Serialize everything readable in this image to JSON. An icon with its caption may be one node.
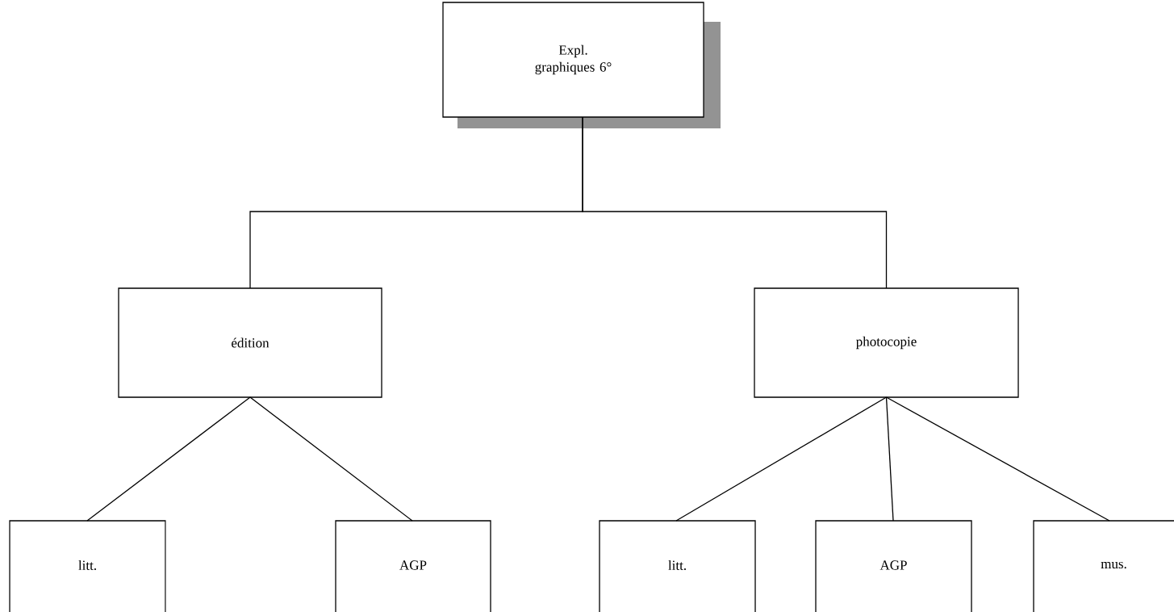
{
  "diagram": {
    "nodes": [
      {
        "text": [
          "Expl. graphiques 6°"
        ]
      },
      {
        "text": [
          "édition"
        ]
      },
      {
        "text": [
          "photocopie"
        ]
      },
      {
        "text": [
          "litt."
        ]
      },
      {
        "text": [
          "AGP"
        ]
      },
      {
        "text": [
          "litt."
        ]
      },
      {
        "text": [
          "AGP"
        ]
      },
      {
        "text": [
          "mus."
        ]
      }
    ],
    "edges": [
      {
        "from": 0,
        "to": 1,
        "arrow": "none"
      },
      {
        "from": 0,
        "to": 2,
        "arrow": "none"
      },
      {
        "from": 1,
        "to": 3,
        "arrow": "none"
      },
      {
        "from": 1,
        "to": 4,
        "arrow": "none"
      },
      {
        "from": 2,
        "to": 5,
        "arrow": "none"
      },
      {
        "from": 2,
        "to": 6,
        "arrow": "none"
      },
      {
        "from": 2,
        "to": 7,
        "arrow": "none"
      }
    ]
  }
}
